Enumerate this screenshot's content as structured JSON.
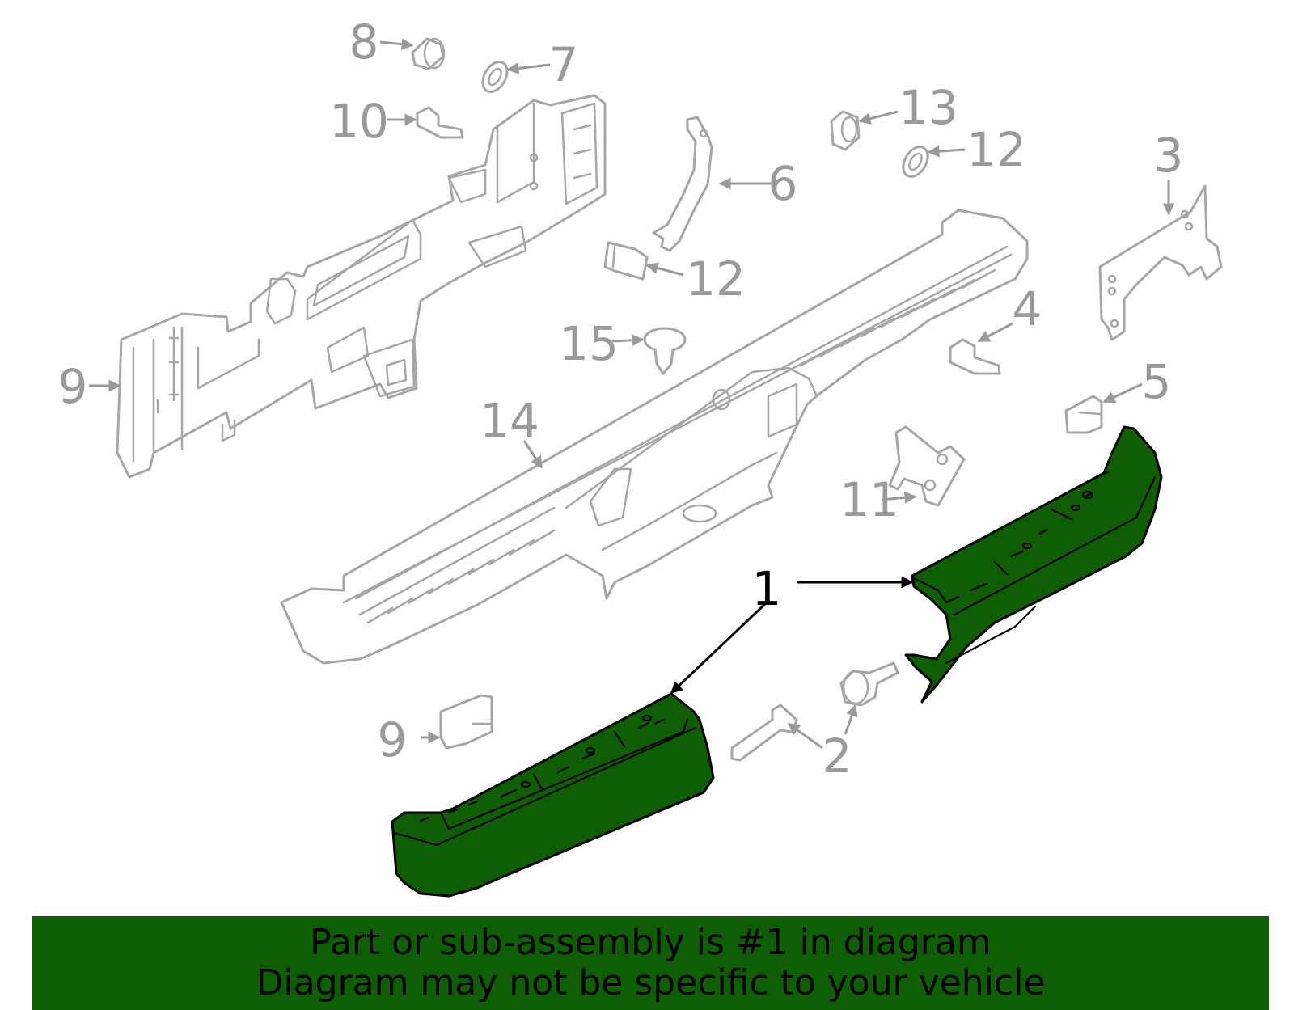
{
  "colors": {
    "highlight": "#0f5e06",
    "part_outline": "#a6a6a6",
    "callout_text": "#9a9a9a",
    "main_callout": "#000000",
    "banner_background": "#0f5e06"
  },
  "callouts": {
    "c1": "1",
    "c2": "2",
    "c3": "3",
    "c4": "4",
    "c5": "5",
    "c6": "6",
    "c7": "7",
    "c8": "8",
    "c9a": "9",
    "c9b": "9",
    "c10": "10",
    "c11": "11",
    "c12a": "12",
    "c12b": "12",
    "c13": "13",
    "c14": "14",
    "c15": "15"
  },
  "banner": {
    "line1": "Part or sub-assembly is #1 in diagram",
    "line2": "Diagram may not be specific to your vehicle"
  }
}
